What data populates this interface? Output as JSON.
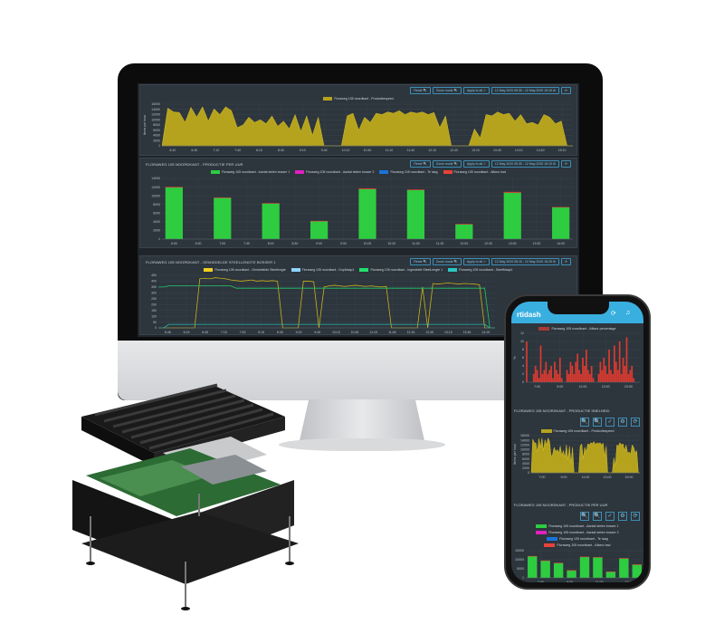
{
  "desktop": {
    "panel1": {
      "title": "",
      "buttons": [
        "Reset 🔍",
        "Zoom mode 🔍",
        "Apply to all ✓",
        "12 May 2020 05:30 - 12 May 2020 15:15 ⚙",
        "⟳"
      ]
    },
    "panel2": {
      "title": "FLORAWEG 105 NOORDKANT - PRODUCTIE PER UUR",
      "buttons": [
        "Reset 🔍",
        "Zoom mode 🔍",
        "Apply to all ✓",
        "12 May 2020 05:30 - 12 May 2020 15:15 ⚙",
        "⟳"
      ]
    },
    "panel3": {
      "title": "FLORAWEG 105 NOORDKANT - GEMIDDELDE STEELLENGTE BOSSER 1",
      "buttons": [
        "Reset 🔍",
        "Zoom mode 🔍",
        "Apply to all ✓",
        "12 May 2020 05:15 - 12 May 2020 15:25 ⚙",
        "⟳"
      ]
    }
  },
  "phone": {
    "app_title": "rtidash",
    "header_icons": [
      "refresh-icon",
      "bell-icon"
    ],
    "panel_snelheid_title": "FLORAWEG 105 NOORDKANT - PRODUCTIE SNELHEID",
    "panel_uur_title": "FLORAWEG 105 NOORDKANT - PRODUCTIE PER UUR",
    "buttons": [
      "🔍",
      "🔍",
      "✓",
      "⚙",
      "⟳"
    ]
  },
  "chart_data": [
    {
      "type": "area",
      "title": "",
      "ylabel": "Items per hour",
      "ylim": [
        0,
        16000
      ],
      "yticks": [
        1,
        2000,
        4000,
        6000,
        8000,
        10000,
        12000,
        14000,
        16000
      ],
      "xticks": [
        "6:10",
        "6:40",
        "7:10",
        "7:40",
        "8:10",
        "8:40",
        "9:10",
        "9:40",
        "10:10",
        "10:40",
        "11:10",
        "11:40",
        "12:10",
        "12:40",
        "13:10",
        "13:40",
        "14:10",
        "14:40",
        "15:10"
      ],
      "series": [
        {
          "name": "Floraweg 105 noordkant - Productiespeed",
          "color": "#b5a31e",
          "values": [
            0,
            14500,
            13000,
            12800,
            9000,
            14800,
            11000,
            15000,
            9500,
            14200,
            12000,
            15000,
            13500,
            7000,
            8000,
            11000,
            9000,
            10000,
            8500,
            11500,
            7500,
            9500,
            6500,
            12000,
            5500,
            11500,
            4000,
            11000,
            0,
            0,
            0,
            0,
            11500,
            12500,
            6000,
            11000,
            9000,
            12500,
            12000,
            13000,
            12500,
            13500,
            12000,
            13000,
            12500,
            13000,
            12000,
            12800,
            7000,
            11500,
            0,
            0,
            0,
            0,
            6500,
            3000,
            12000,
            11500,
            13000,
            12000,
            12500,
            9500,
            12000,
            8500,
            9000,
            8000,
            12000,
            11000,
            8500,
            9500,
            0,
            0
          ]
        }
      ]
    },
    {
      "type": "bar",
      "title": "FLORAWEG 105 NOORDKANT - PRODUCTIE PER UUR",
      "ylim": [
        0,
        14000
      ],
      "yticks": [
        1,
        2000,
        4000,
        6000,
        8000,
        10000,
        12000,
        14000
      ],
      "categories": [
        "6:00",
        "6:30",
        "7:00",
        "7:30",
        "8:00",
        "8:30",
        "9:00",
        "9:30",
        "10:00",
        "10:30",
        "11:00",
        "11:30",
        "12:00",
        "12:30",
        "13:00",
        "13:30",
        "14:00"
      ],
      "series": [
        {
          "name": "Floraweg 105 noordkant - Aantal stelen bosser 1",
          "color": "#2ecc40",
          "values": [
            11900,
            0,
            9500,
            0,
            8200,
            0,
            4100,
            0,
            11500,
            0,
            11300,
            0,
            3400,
            0,
            10700,
            0,
            7300
          ]
        },
        {
          "name": "Floraweg 105 noordkant - Aantal stelen bosser 2",
          "color": "#e020c0",
          "values": [
            0,
            0,
            0,
            0,
            0,
            0,
            0,
            0,
            0,
            0,
            0,
            0,
            0,
            0,
            0,
            0,
            0
          ]
        },
        {
          "name": "Floraweg 105 noordkant - Te laag",
          "color": "#1a73d9",
          "values": [
            0,
            0,
            0,
            0,
            0,
            0,
            0,
            0,
            0,
            0,
            0,
            0,
            0,
            0,
            0,
            0,
            0
          ]
        },
        {
          "name": "Floraweg 105 noordkant - Afkeur bad",
          "color": "#e8423a",
          "values": [
            150,
            0,
            100,
            0,
            120,
            0,
            100,
            0,
            200,
            0,
            150,
            0,
            100,
            0,
            200,
            0,
            120
          ]
        }
      ]
    },
    {
      "type": "line",
      "title": "FLORAWEG 105 NOORDKANT - GEMIDDELDE STEELLENGTE BOSSER 1",
      "ylim": [
        0,
        450
      ],
      "yticks": [
        0,
        50,
        100,
        150,
        200,
        250,
        300,
        350,
        400,
        450
      ],
      "xticks": [
        "5:45",
        "6:15",
        "6:45",
        "7:15",
        "7:45",
        "8:15",
        "8:45",
        "9:15",
        "9:45",
        "10:15",
        "10:45",
        "11:15",
        "11:45",
        "12:15",
        "12:45",
        "13:15",
        "13:45",
        "14:15"
      ],
      "series": [
        {
          "name": "Floraweg 105 noordkant - Gemiddelde Steellengte",
          "color": "#c9b21c",
          "values": [
            0,
            0,
            0,
            0,
            0,
            0,
            0,
            0,
            420,
            425,
            420,
            430,
            425,
            420,
            410,
            405,
            400,
            405,
            410,
            400,
            405,
            400,
            405,
            400,
            0,
            0,
            0,
            0,
            400,
            400,
            395,
            0,
            350,
            360,
            365,
            360,
            355,
            360,
            365,
            360,
            355,
            360,
            355,
            350,
            355,
            0,
            0,
            0,
            0,
            0,
            0,
            350,
            0,
            380,
            375,
            380,
            385,
            380,
            375,
            380,
            378,
            375,
            370,
            0,
            0,
            0
          ]
        },
        {
          "name": "Floraweg 105 noordkant - KopMaap1",
          "color": "#8fd4ff",
          "values": []
        },
        {
          "name": "Floraweg 105 noordkant - Ingestelde SteelLengte 1",
          "color": "#1fc76a",
          "values": [
            350,
            350,
            360,
            360,
            360,
            360,
            360,
            360,
            360,
            360,
            360,
            360,
            360,
            360,
            360,
            340,
            340,
            340,
            340,
            340,
            340,
            340,
            340,
            340,
            340,
            340,
            340,
            340,
            340,
            340,
            340,
            340,
            340,
            340,
            340,
            340,
            340,
            340,
            340,
            340,
            340,
            340,
            340,
            340,
            340,
            340,
            340,
            340,
            340,
            340,
            340,
            340,
            340,
            340,
            340,
            340,
            340,
            340,
            340,
            340,
            340,
            340,
            340,
            340,
            0,
            0
          ]
        },
        {
          "name": "Floraweg 105 noordkant - SteelMaap1",
          "color": "#2ab7b0",
          "values": [
            0,
            0,
            30,
            30,
            30,
            30,
            30,
            30,
            30,
            30,
            30,
            30,
            30,
            30,
            30,
            30,
            30,
            30,
            30,
            30,
            30,
            30,
            30,
            30,
            30,
            30,
            30,
            30,
            30,
            30,
            30,
            30,
            30,
            30,
            30,
            30,
            30,
            30,
            30,
            30,
            30,
            30,
            30,
            30,
            30,
            30,
            30,
            30,
            30,
            30,
            30,
            30,
            30,
            30,
            30,
            30,
            30,
            30,
            30,
            30,
            30,
            30,
            30,
            30,
            0,
            0
          ]
        }
      ]
    },
    {
      "type": "bar",
      "title": "",
      "ylabel": "%",
      "ylim": [
        0,
        12
      ],
      "yticks": [
        0,
        2,
        4,
        6,
        8,
        10,
        12
      ],
      "xticks": [
        "7:00",
        "9:00",
        "11:00",
        "13:00",
        "15:00"
      ],
      "series": [
        {
          "name": "Floraweg 105 noordkant - Afkeur percentage",
          "color": "#d93a30",
          "values": [
            10,
            0,
            0,
            0,
            2,
            4,
            3,
            1,
            9,
            2,
            3,
            5,
            2,
            3,
            4,
            1,
            5,
            3,
            2,
            6,
            1,
            0,
            0,
            3,
            2,
            5,
            4,
            2,
            5,
            7,
            3,
            2,
            6,
            4,
            8,
            3,
            2,
            4,
            1,
            0,
            0,
            2,
            5,
            3,
            6,
            4,
            2,
            8,
            3,
            2,
            9,
            5,
            3,
            10,
            2,
            6,
            4,
            11,
            2,
            3,
            4,
            1,
            0,
            0,
            0
          ]
        }
      ]
    },
    {
      "type": "area",
      "title": "FLORAWEG 105 NOORDKANT - PRODUCTIE SNELHEID",
      "ylabel": "Items per hour",
      "ylim": [
        0,
        16000
      ],
      "yticks": [
        0,
        2000,
        4000,
        6000,
        8000,
        10000,
        12000,
        14000,
        16000
      ],
      "xticks": [
        "7:00",
        "9:00",
        "11:00",
        "13:00",
        "15:00"
      ],
      "series": [
        {
          "name": "Floraweg 105 noordkant - Productiespeed",
          "color": "#b5a31e",
          "values": []
        }
      ]
    },
    {
      "type": "bar",
      "title": "FLORAWEG 105 NOORDKANT - PRODUCTIE PER UUR",
      "ylim": [
        0,
        15000
      ],
      "yticks": [
        1,
        5000,
        10000,
        15000
      ],
      "xticks": [
        "7:00",
        "9:00",
        "11:00",
        "13:00"
      ],
      "series": [
        {
          "name": "Floraweg 105 noordkant - Aantal stelen bosser 1",
          "color": "#2ecc40",
          "values": [
            11900,
            9500,
            8200,
            4100,
            11500,
            11300,
            3400,
            10700,
            7300
          ]
        },
        {
          "name": "Floraweg 105 noordkant - Aantal stelen bosser 2",
          "color": "#e020c0",
          "values": [
            0,
            0,
            0,
            0,
            0,
            0,
            0,
            0,
            0
          ]
        },
        {
          "name": "Floraweg 105 noordkant - Te laag",
          "color": "#1a73d9",
          "values": [
            0,
            0,
            0,
            0,
            0,
            0,
            0,
            0,
            0
          ]
        },
        {
          "name": "Floraweg 105 noordkant - Afkeur bad",
          "color": "#e8423a",
          "values": [
            150,
            100,
            120,
            100,
            200,
            150,
            100,
            200,
            120
          ]
        }
      ]
    }
  ]
}
